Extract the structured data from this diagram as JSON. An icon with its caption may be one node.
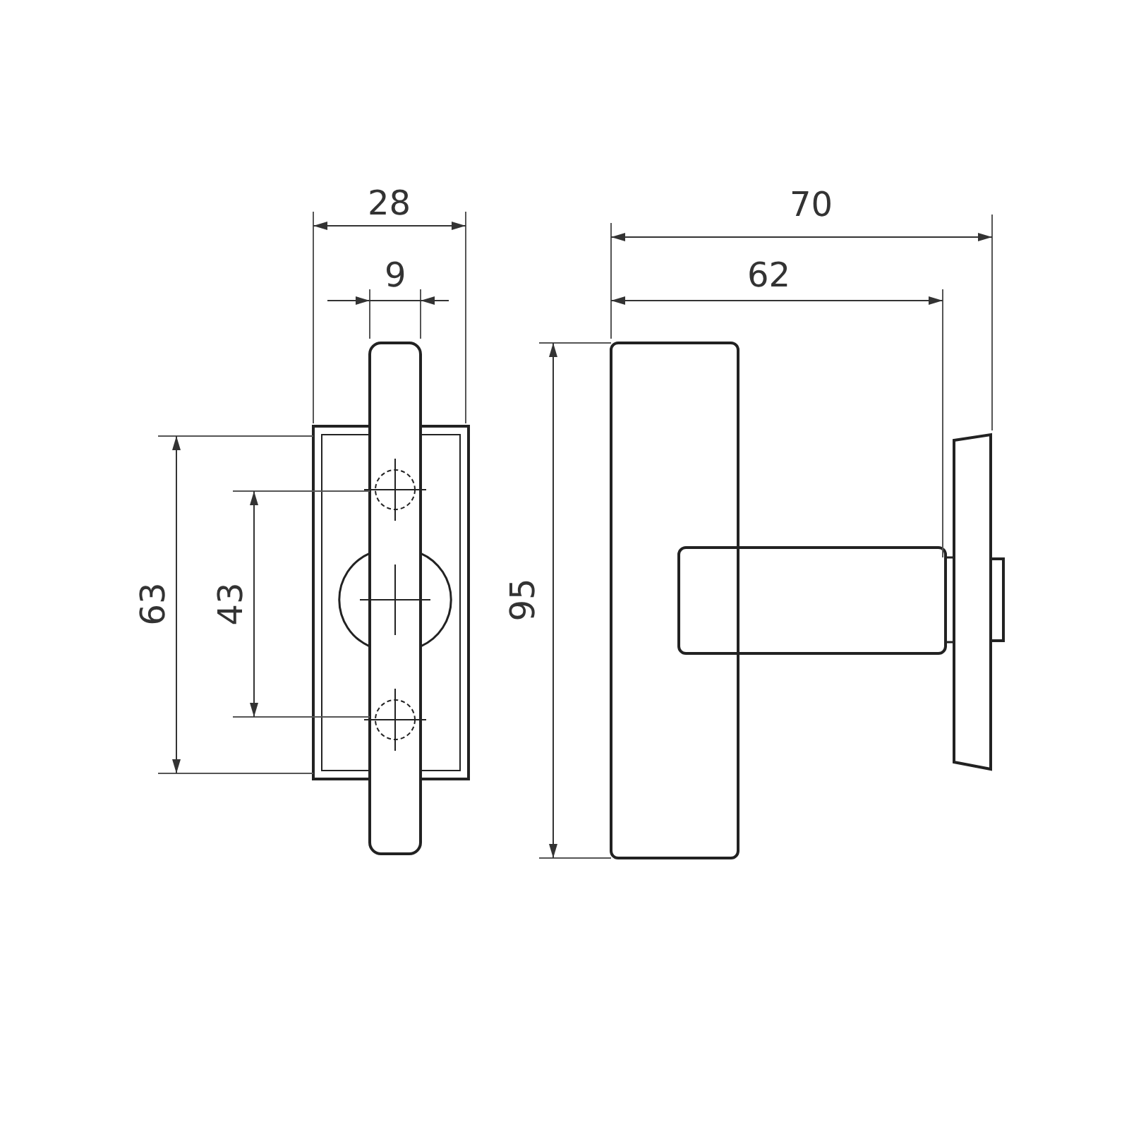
{
  "diagram": {
    "labels": [
      "28",
      "9",
      "70",
      "62",
      "63",
      "43",
      "95"
    ]
  }
}
